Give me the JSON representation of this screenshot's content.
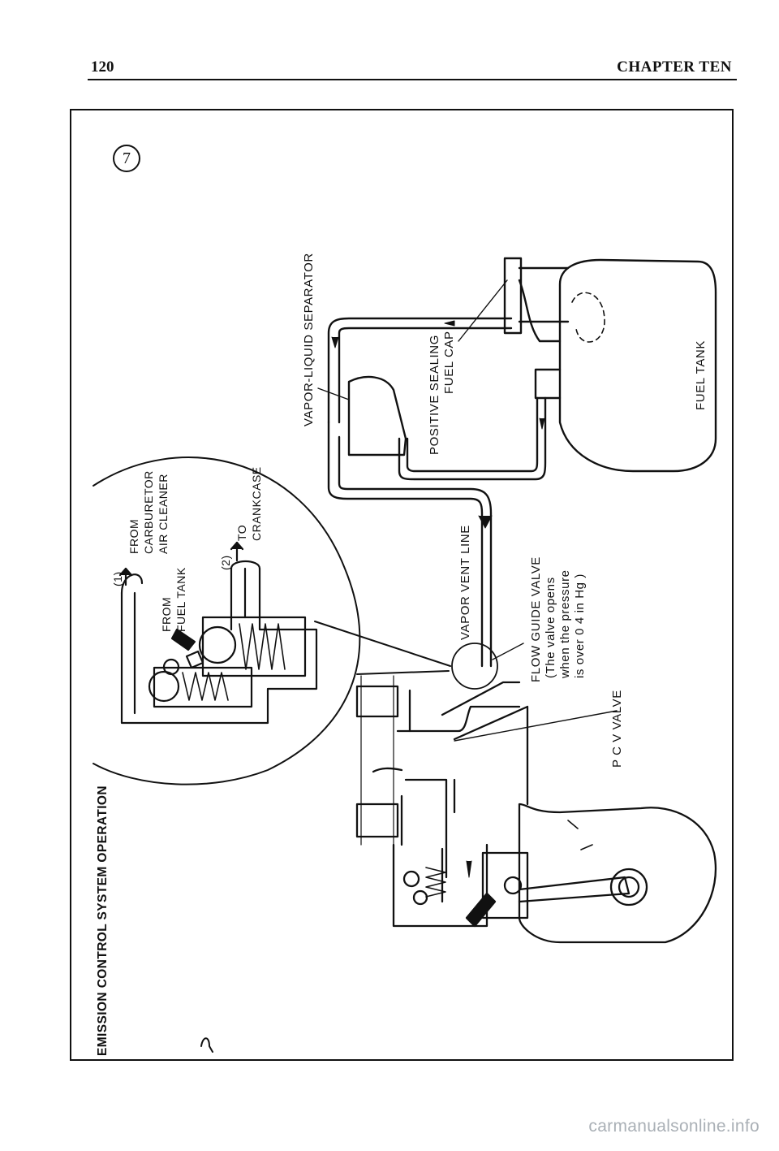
{
  "page": {
    "number": "120",
    "chapter": "CHAPTER TEN"
  },
  "figure": {
    "number": "7",
    "title": "EMISSION CONTROL SYSTEM OPERATION",
    "labels": {
      "vapor_liquid_separator": "VAPOR-LIQUID SEPARATOR",
      "positive_sealing_1": "POSITIVE SEALING",
      "positive_sealing_2": "FUEL CAP",
      "fuel_tank": "FUEL TANK",
      "vapor_vent_line": "VAPOR VENT LINE",
      "flow_guide_1": "FLOW GUIDE VALVE",
      "flow_guide_2": "(The valve opens",
      "flow_guide_3": "when the pressure",
      "flow_guide_4": "is over 0 4 in Hg )",
      "pcv_valve": "P C V VALVE",
      "inset_1_marker": "(1)",
      "inset_from_carb_1": "FROM",
      "inset_from_carb_2": "CARBURETOR",
      "inset_from_carb_3": "AIR CLEANER",
      "inset_from_fuel_1": "FROM",
      "inset_from_fuel_2": "FUEL TANK",
      "inset_2_marker": "(2)",
      "inset_to_crank_1": "TO",
      "inset_to_crank_2": "CRANKCASE"
    }
  },
  "watermark": "carmanualsonline.info"
}
